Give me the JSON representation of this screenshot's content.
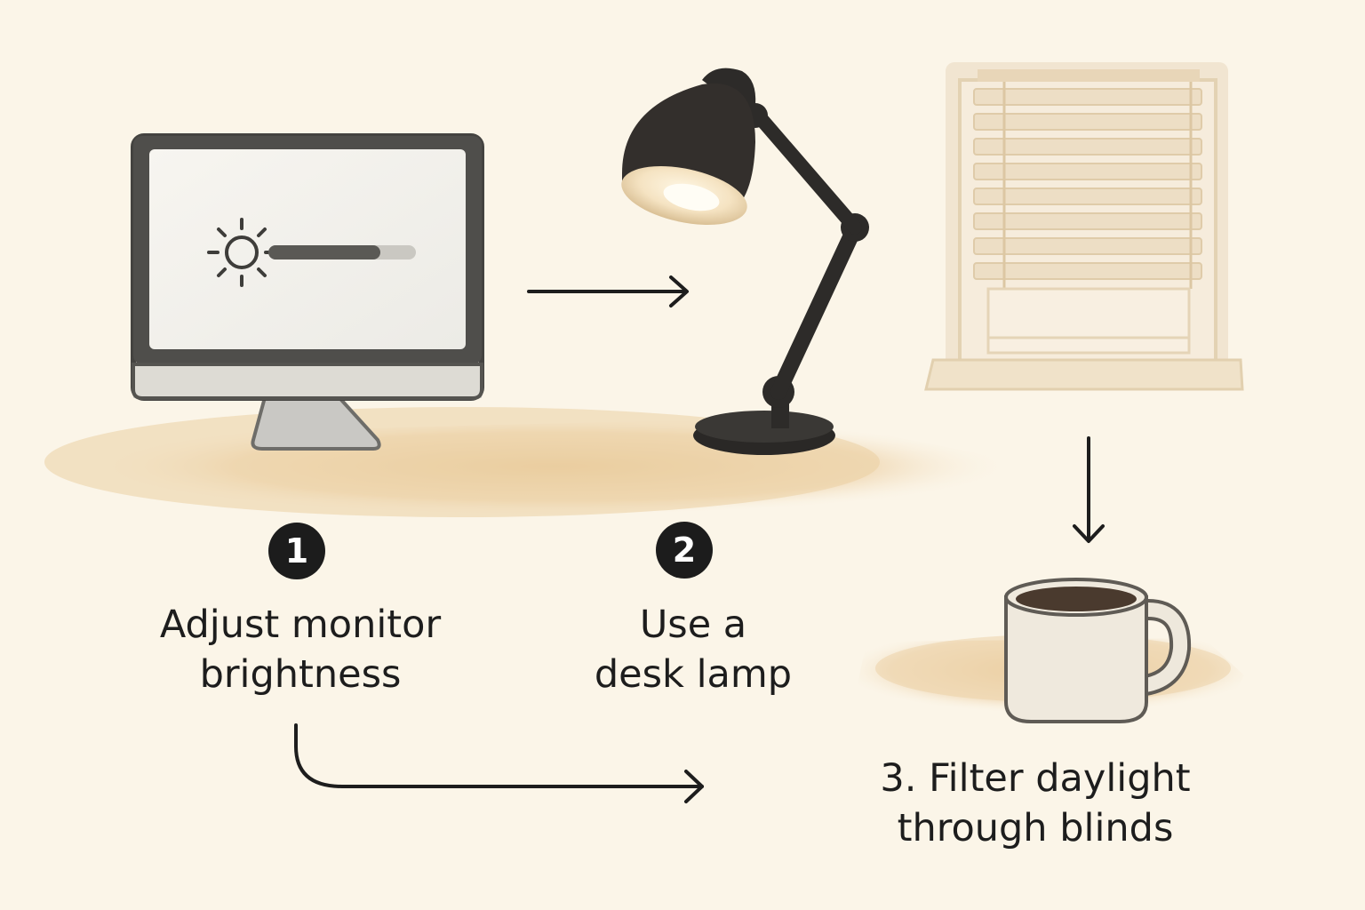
{
  "steps": [
    {
      "badge": "1",
      "line1": "Adjust monitor",
      "line2": "brightness"
    },
    {
      "badge": "2",
      "line1": "Use a",
      "line2": "desk lamp"
    },
    {
      "badge": "",
      "line1": "3. Filter daylight",
      "line2": "through blinds"
    }
  ],
  "colors": {
    "background": "#fbf5e8",
    "desk": "#ecd2a8",
    "ink": "#1d1d1d",
    "lamp": "#2e2c2a",
    "blinds": "#ecdcc2"
  }
}
